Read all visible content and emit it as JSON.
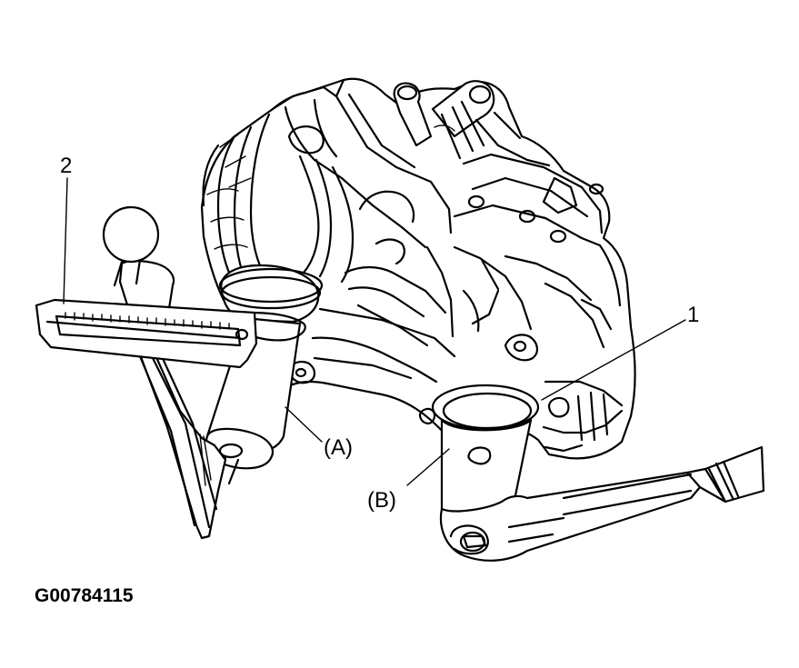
{
  "callouts": {
    "torque_wrench": "2",
    "tool_b_ring": "1",
    "tool_a": "(A)",
    "tool_b": "(B)"
  },
  "figure_id": "G00784115"
}
